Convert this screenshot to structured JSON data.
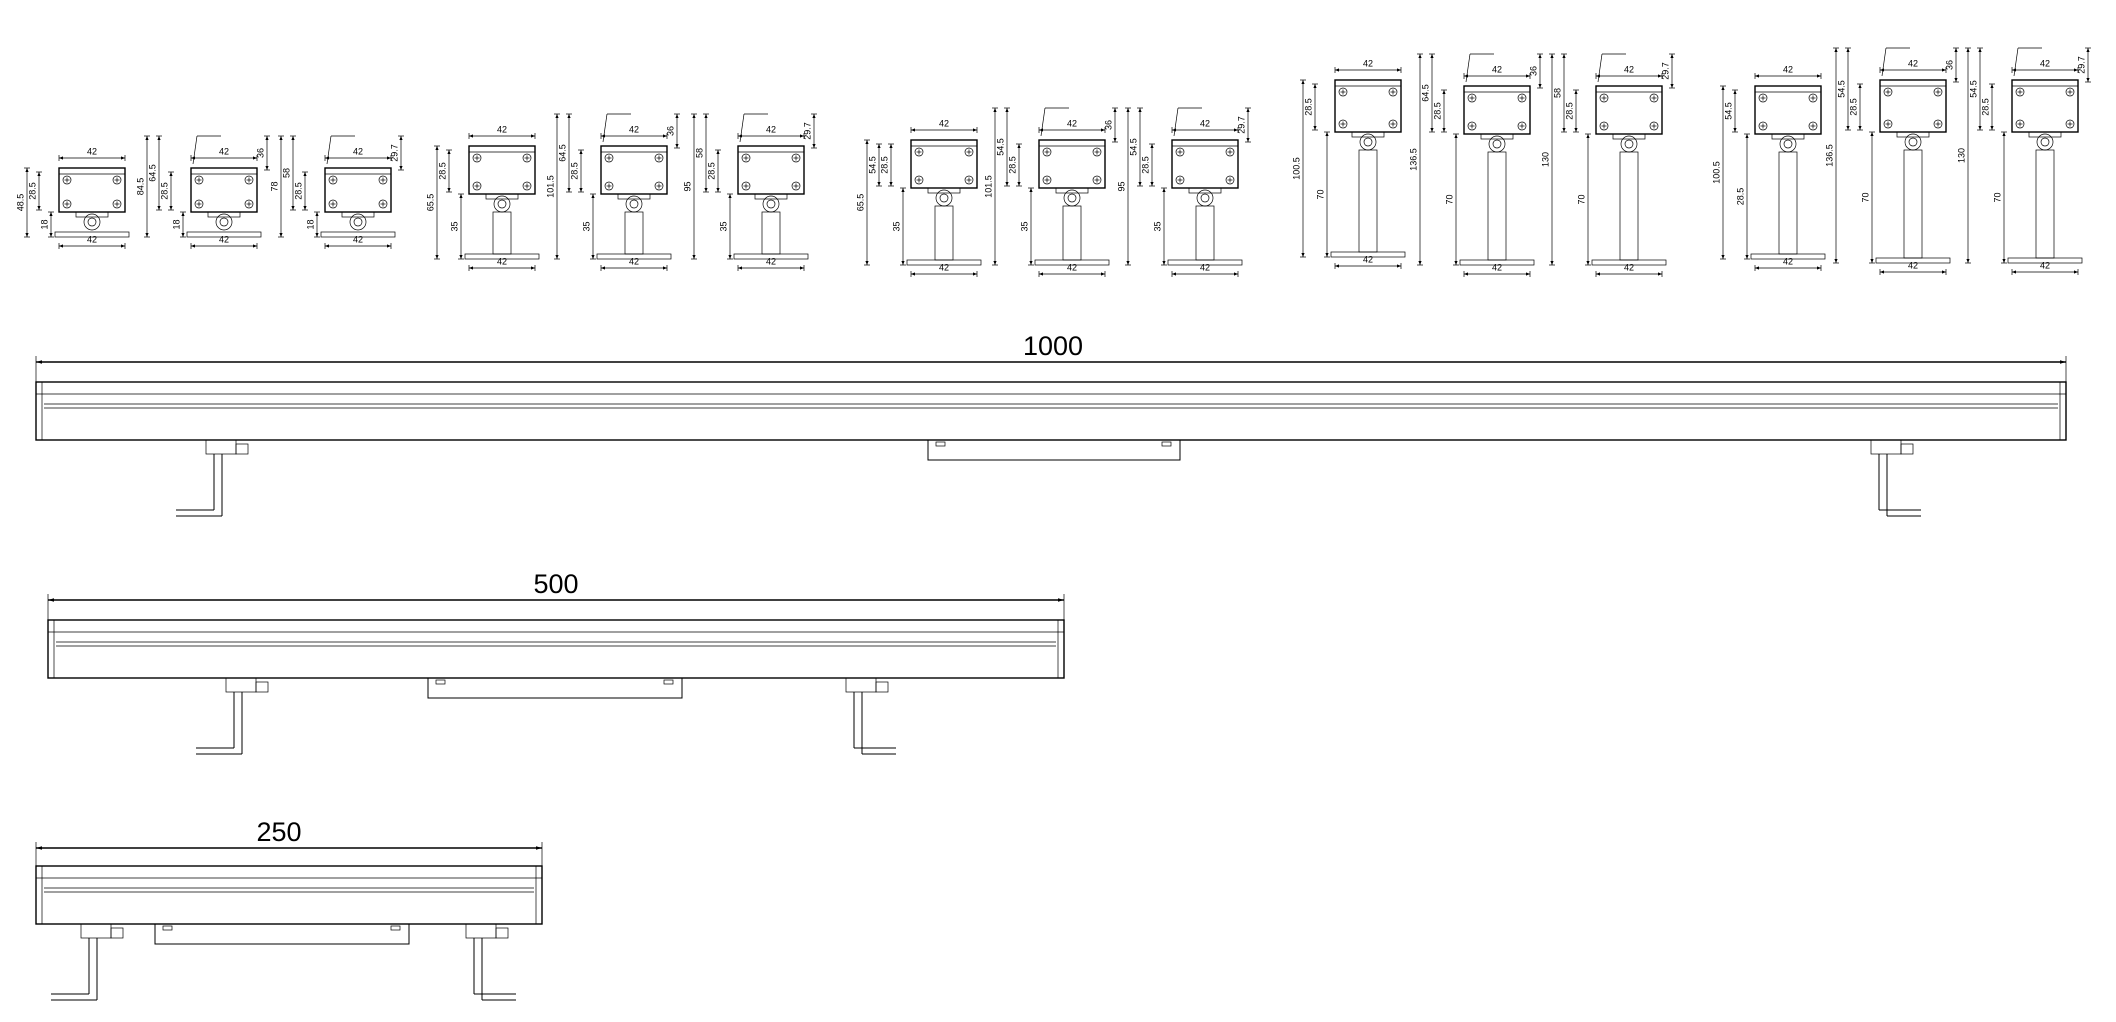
{
  "colors": {
    "line": "#000000",
    "background": "#ffffff"
  },
  "section_views": [
    {
      "id": "s1",
      "top": "42",
      "bottom": "42",
      "left": [
        "48.5",
        "28.5",
        "18"
      ]
    },
    {
      "id": "s2",
      "top": "42",
      "bottom": "42",
      "left": [
        "84.5",
        "64.5",
        "28.5",
        "18"
      ],
      "right": "36"
    },
    {
      "id": "s3",
      "top": "42",
      "bottom": "42",
      "left": [
        "78",
        "58",
        "28.5",
        "18"
      ],
      "right": "29.7"
    },
    {
      "id": "s4",
      "top": "42",
      "bottom": "42",
      "left": [
        "65.5",
        "28.5",
        "35"
      ]
    },
    {
      "id": "s5",
      "top": "42",
      "bottom": "42",
      "left": [
        "101.5",
        "64.5",
        "28.5",
        "35"
      ],
      "right": "36"
    },
    {
      "id": "s6",
      "top": "42",
      "bottom": "42",
      "left": [
        "95",
        "58",
        "28.5",
        "35"
      ],
      "right": "29.7"
    },
    {
      "id": "s7",
      "top": "42",
      "bottom": "42",
      "left": [
        "65.5",
        "54.5",
        "28.5",
        "35"
      ]
    },
    {
      "id": "s8",
      "top": "42",
      "bottom": "42",
      "left": [
        "101.5",
        "54.5",
        "28.5",
        "35"
      ],
      "right": "36"
    },
    {
      "id": "s9",
      "top": "42",
      "bottom": "42",
      "left": [
        "95",
        "54.5",
        "28.5",
        "35"
      ],
      "right": "29.7"
    },
    {
      "id": "s10",
      "top": "42",
      "bottom": "42",
      "left": [
        "100.5",
        "28.5",
        "70"
      ]
    },
    {
      "id": "s11",
      "top": "42",
      "bottom": "42",
      "left": [
        "136.5",
        "64.5",
        "28.5",
        "70"
      ],
      "right": "36"
    },
    {
      "id": "s12",
      "top": "42",
      "bottom": "42",
      "left": [
        "130",
        "58",
        "28.5",
        "70"
      ],
      "right": "29.7"
    },
    {
      "id": "s13",
      "top": "42",
      "bottom": "42",
      "left": [
        "100.5",
        "54.5",
        "28.5"
      ]
    },
    {
      "id": "s14",
      "top": "42",
      "bottom": "42",
      "left": [
        "136.5",
        "54.5",
        "28.5",
        "70"
      ],
      "right": "36"
    },
    {
      "id": "s15",
      "top": "42",
      "bottom": "42",
      "left": [
        "130",
        "54.5",
        "28.5",
        "70"
      ],
      "right": "29.7"
    }
  ],
  "length_views": [
    {
      "id": "bar-1000",
      "label": "1000"
    },
    {
      "id": "bar-500",
      "label": "500"
    },
    {
      "id": "bar-250",
      "label": "250"
    }
  ]
}
